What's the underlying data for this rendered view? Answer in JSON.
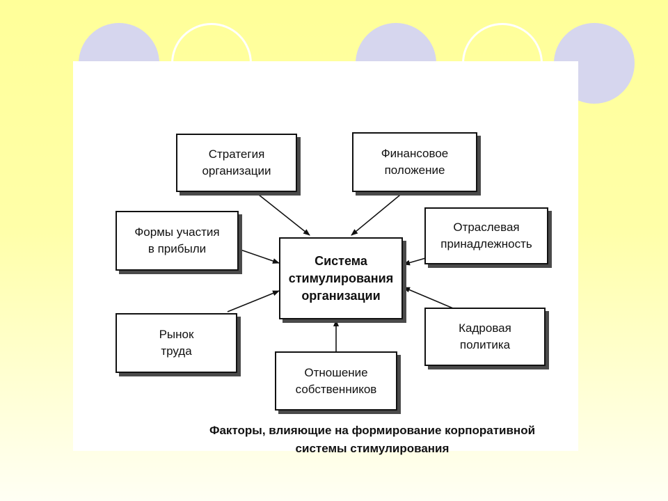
{
  "diagram": {
    "center": "Система\nстимулирования\nорганизации",
    "factors": {
      "strategy": "Стратегия\nорганизации",
      "finance": "Финансовое\nположение",
      "profit_sharing": "Формы участия\nв прибыли",
      "industry": "Отраслевая\nпринадлежность",
      "labor_market": "Рынок\nтруда",
      "hr_policy": "Кадровая\nполитика",
      "owners": "Отношение\nсобственников"
    },
    "caption": "Факторы, влияющие на формирование корпоративной\nсистемы стимулирования"
  },
  "colors": {
    "background": "#ffff99",
    "circle_fill": "#d6d6ee",
    "circle_ring": "#ffffff",
    "box_border": "#111111",
    "box_shadow": "#4a4a4a"
  }
}
